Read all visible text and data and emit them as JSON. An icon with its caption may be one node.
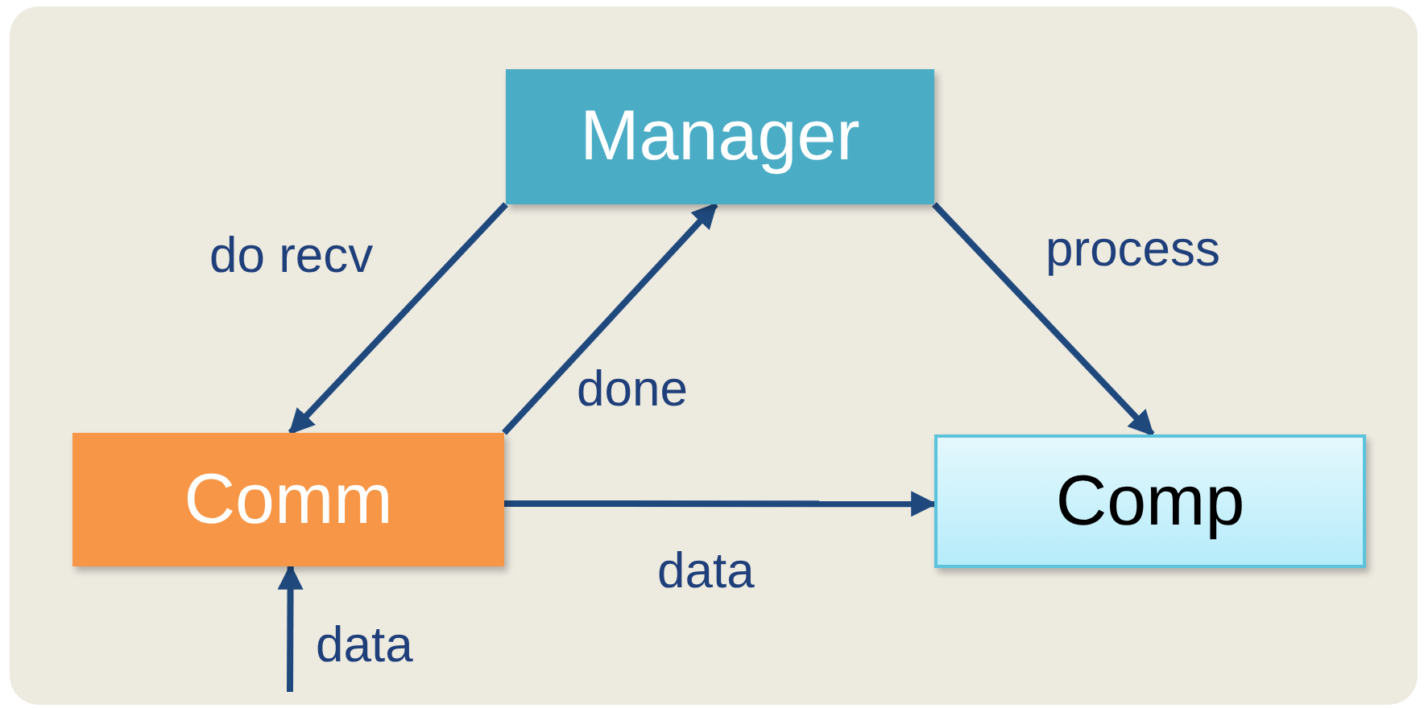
{
  "diagram": {
    "nodes": [
      {
        "text": [
          "Manager"
        ]
      },
      {
        "text": [
          "Comm"
        ]
      },
      {
        "text": [
          "Comp"
        ]
      }
    ],
    "edges": [
      {
        "from": 0,
        "to": 1,
        "arrow": "to",
        "label": "do recv"
      },
      {
        "from": 1,
        "to": 0,
        "arrow": "to",
        "label": "done"
      },
      {
        "from": 0,
        "to": 2,
        "arrow": "to",
        "label": "process"
      },
      {
        "from": 1,
        "to": 2,
        "arrow": "to",
        "label": "data"
      },
      {
        "from": null,
        "to": 1,
        "arrow": "to",
        "label": "data"
      }
    ]
  }
}
